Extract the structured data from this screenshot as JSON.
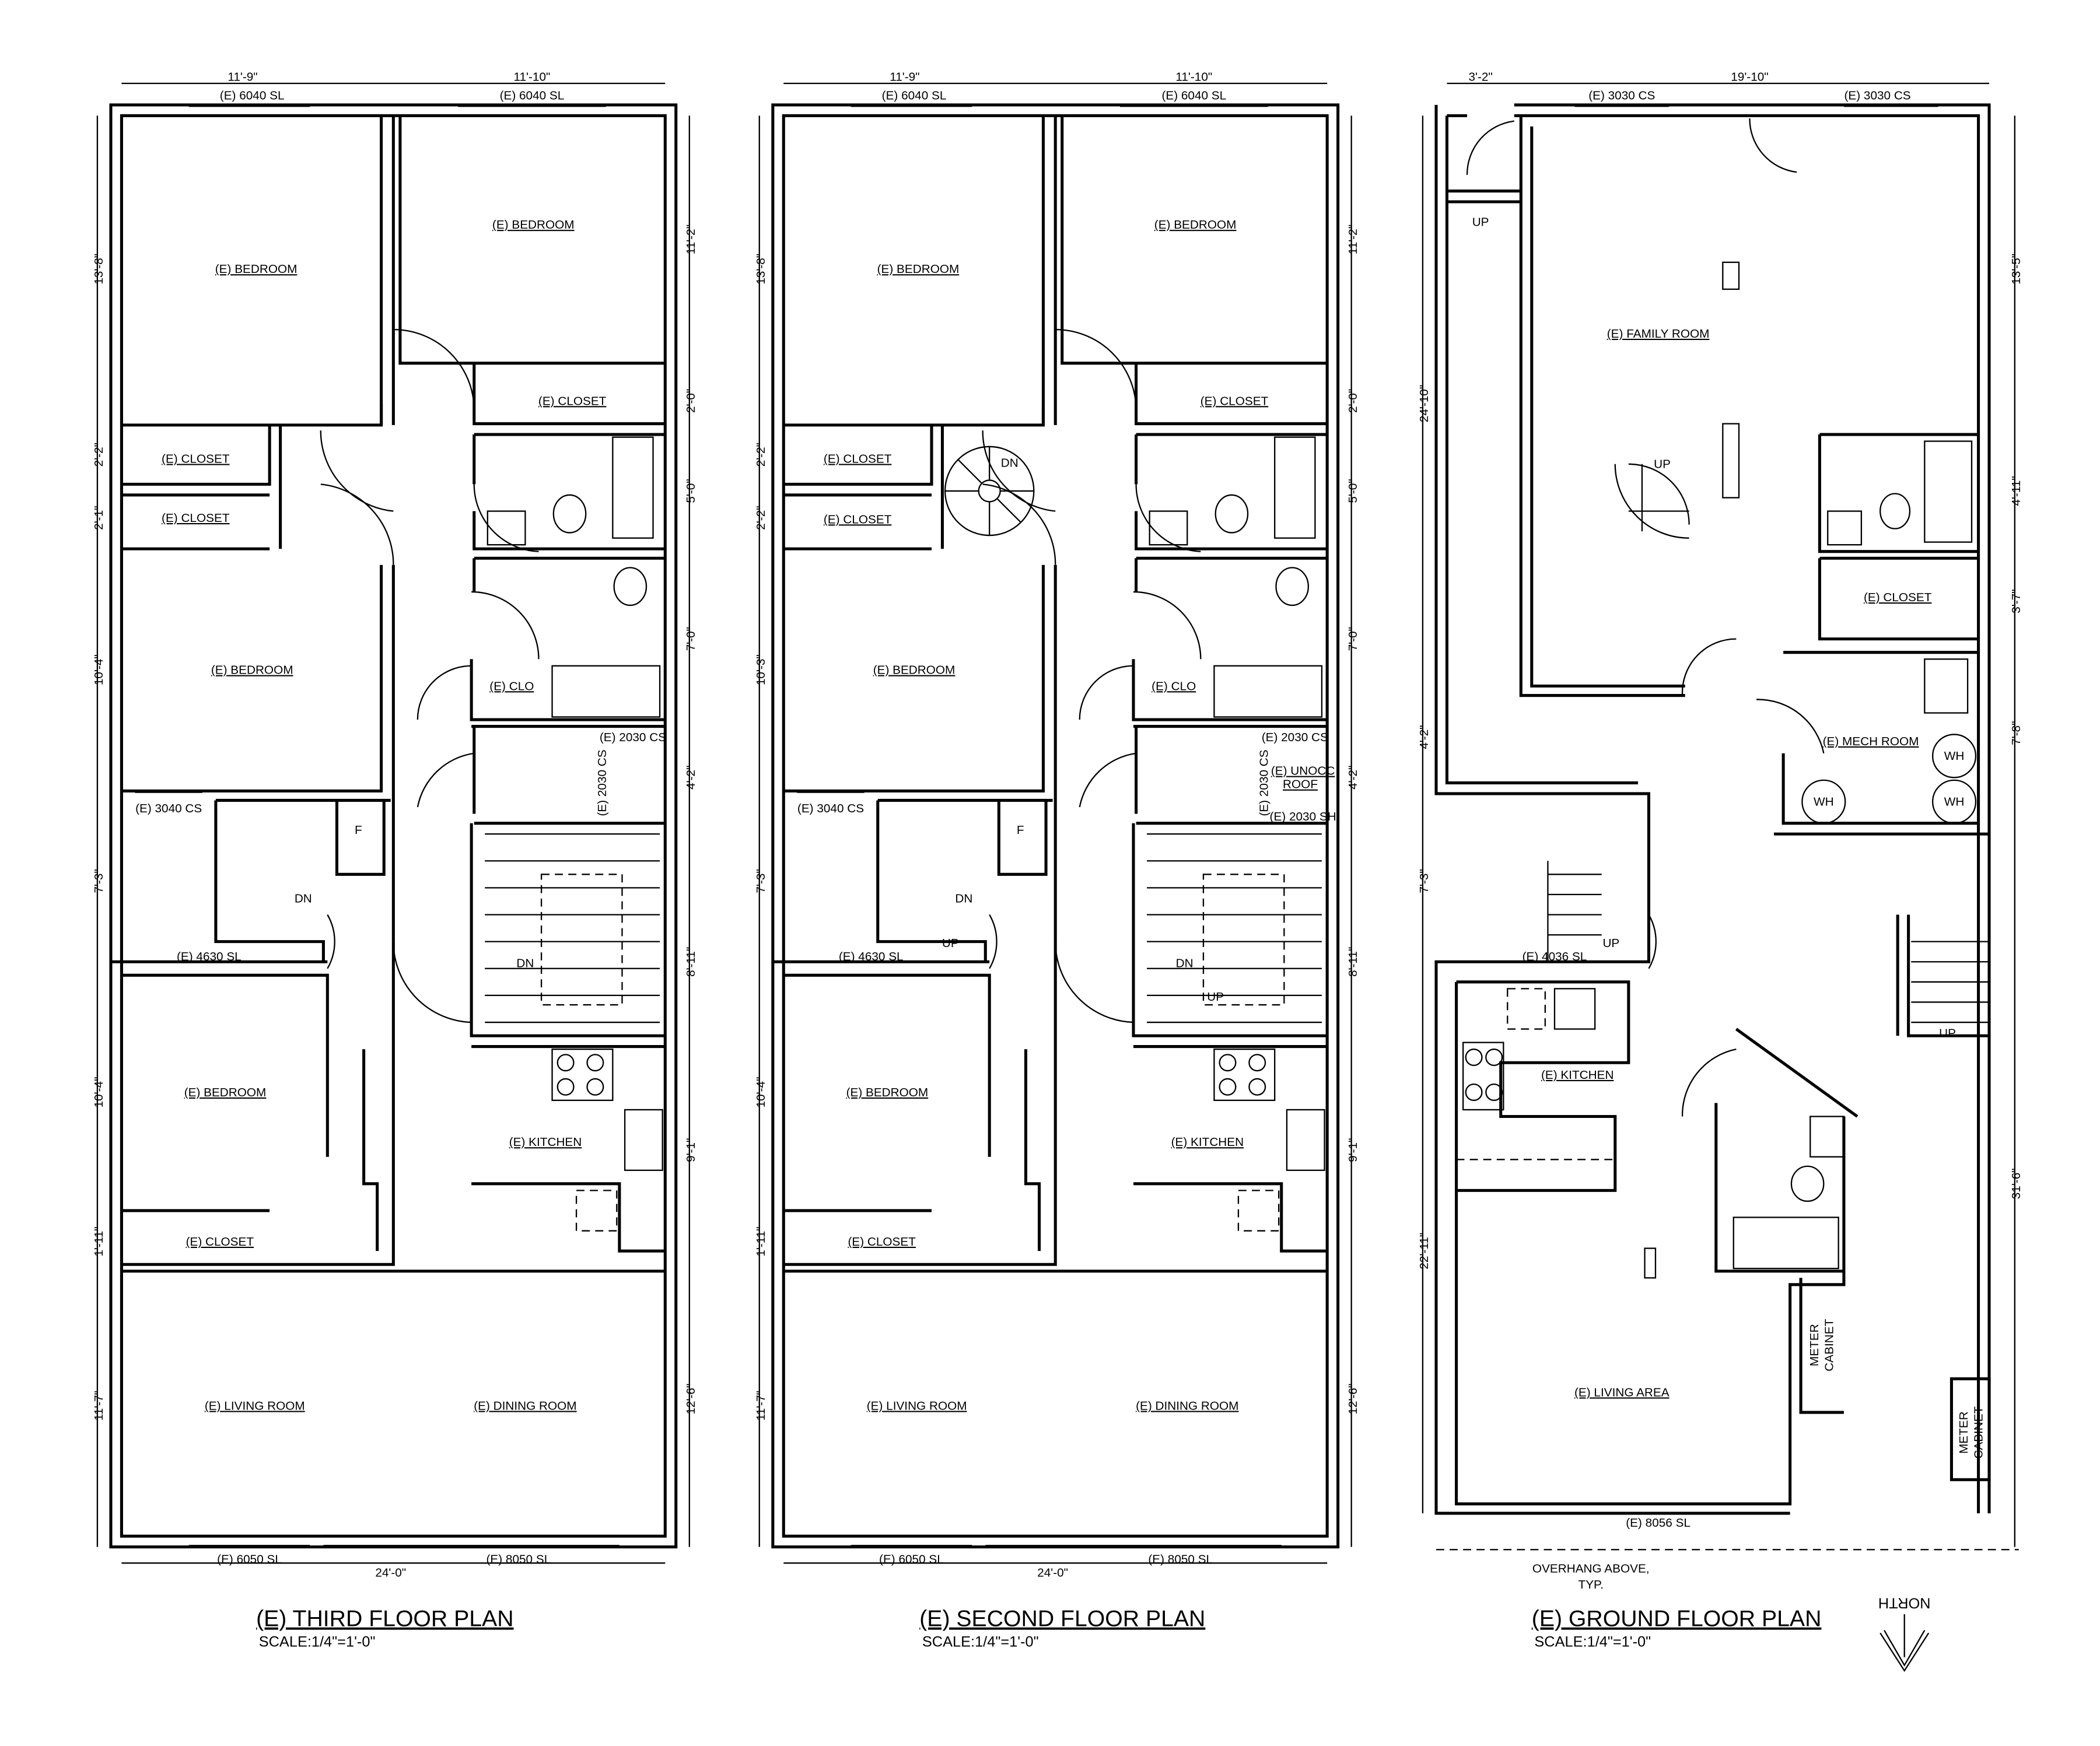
{
  "plans": [
    {
      "title": "(E) THIRD FLOOR PLAN",
      "scale": "SCALE:1/4\"=1'-0\"",
      "top_dims": [
        "11'-9\"",
        "11'-10\""
      ],
      "top_windows": [
        "(E) 6040 SL",
        "(E) 6040 SL"
      ],
      "bottom_windows": [
        "(E) 6050 SL",
        "(E) 8050 SL"
      ],
      "bottom_dim": "24'-0\"",
      "left_dims": [
        "13'-8\"",
        "2'-2\"",
        "2'-1\"",
        "10'-4\"",
        "7'-3\"",
        "10'-4\"",
        "1'-11\"",
        "11'-7\""
      ],
      "right_dims": [
        "11'-2\"",
        "2'-0\"",
        "5'-0\"",
        "7'-0\"",
        "4'-2\"",
        "8'-11\"",
        "9'-1\"",
        "12'-6\""
      ],
      "rooms": [
        "(E) BEDROOM",
        "(E) BEDROOM",
        "(E) CLOSET",
        "(E) CLOSET",
        "(E) CLOSET",
        "(E) BEDROOM",
        "(E) CLO",
        "(E) BEDROOM",
        "(E) KITCHEN",
        "(E) CLOSET",
        "(E) LIVING ROOM",
        "(E) DINING ROOM"
      ],
      "notes": [
        "(E) 2030 CS",
        "(E) 2030 CS",
        "(E) 3040 CS",
        "F",
        "DN",
        "(E) 4630 SL",
        "DN"
      ]
    },
    {
      "title": "(E) SECOND FLOOR PLAN",
      "scale": "SCALE:1/4\"=1'-0\"",
      "top_dims": [
        "11'-9\"",
        "11'-10\""
      ],
      "top_windows": [
        "(E) 6040 SL",
        "(E) 6040 SL"
      ],
      "bottom_windows": [
        "(E) 6050 SL",
        "(E) 8050 SL"
      ],
      "bottom_dim": "24'-0\"",
      "left_dims": [
        "13'-8\"",
        "2'-2\"",
        "2'-2\"",
        "10'-3\"",
        "7'-3\"",
        "10'-4\"",
        "1'-11\"",
        "11'-7\""
      ],
      "right_dims": [
        "11'-2\"",
        "2'-0\"",
        "5'-0\"",
        "7'-0\"",
        "4'-2\"",
        "8'-11\"",
        "9'-1\"",
        "12'-6\""
      ],
      "rooms": [
        "(E) BEDROOM",
        "(E) BEDROOM",
        "(E) CLOSET",
        "(E) CLOSET",
        "(E) CLOSET",
        "(E) BEDROOM",
        "(E) CLO",
        "(E) BEDROOM",
        "(E) KITCHEN",
        "(E) CLOSET",
        "(E) LIVING ROOM",
        "(E) DINING ROOM"
      ],
      "notes": [
        "(E) 2030 CS",
        "(E) 2030 CS",
        "(E) 3040 CS",
        "F",
        "DN",
        "(E) 4630 SL",
        "DN",
        "DN",
        "UP",
        "UP",
        "(E) UNOCC",
        "ROOF",
        "(E) 2030 SH"
      ]
    },
    {
      "title": "(E) GROUND FLOOR PLAN",
      "scale": "SCALE:1/4\"=1'-0\"",
      "top_dims": [
        "3'-2\"",
        "19'-10\""
      ],
      "top_windows": [
        "(E) 3030 CS",
        "(E) 3030 CS"
      ],
      "bottom_windows": [
        "(E) 8056 SL"
      ],
      "left_dims": [
        "24'-10\"",
        "4'-2\"",
        "7'-3\"",
        "22'-11\""
      ],
      "right_dims": [
        "13'-5\"",
        "4'-11\"",
        "3'-7\"",
        "7'-8\"",
        "31'-6\""
      ],
      "rooms": [
        "(E) FAMILY ROOM",
        "(E) CLOSET",
        "(E) MECH ROOM",
        "(E) KITCHEN",
        "(E) LIVING AREA"
      ],
      "notes": [
        "UP",
        "UP",
        "UP",
        "UP",
        "(E) 4036 SL",
        "WH",
        "WH",
        "WH",
        "METER",
        "CABINET",
        "METER",
        "CABINET",
        "OVERHANG ABOVE,",
        "TYP."
      ]
    }
  ],
  "north_label": "NORTH"
}
